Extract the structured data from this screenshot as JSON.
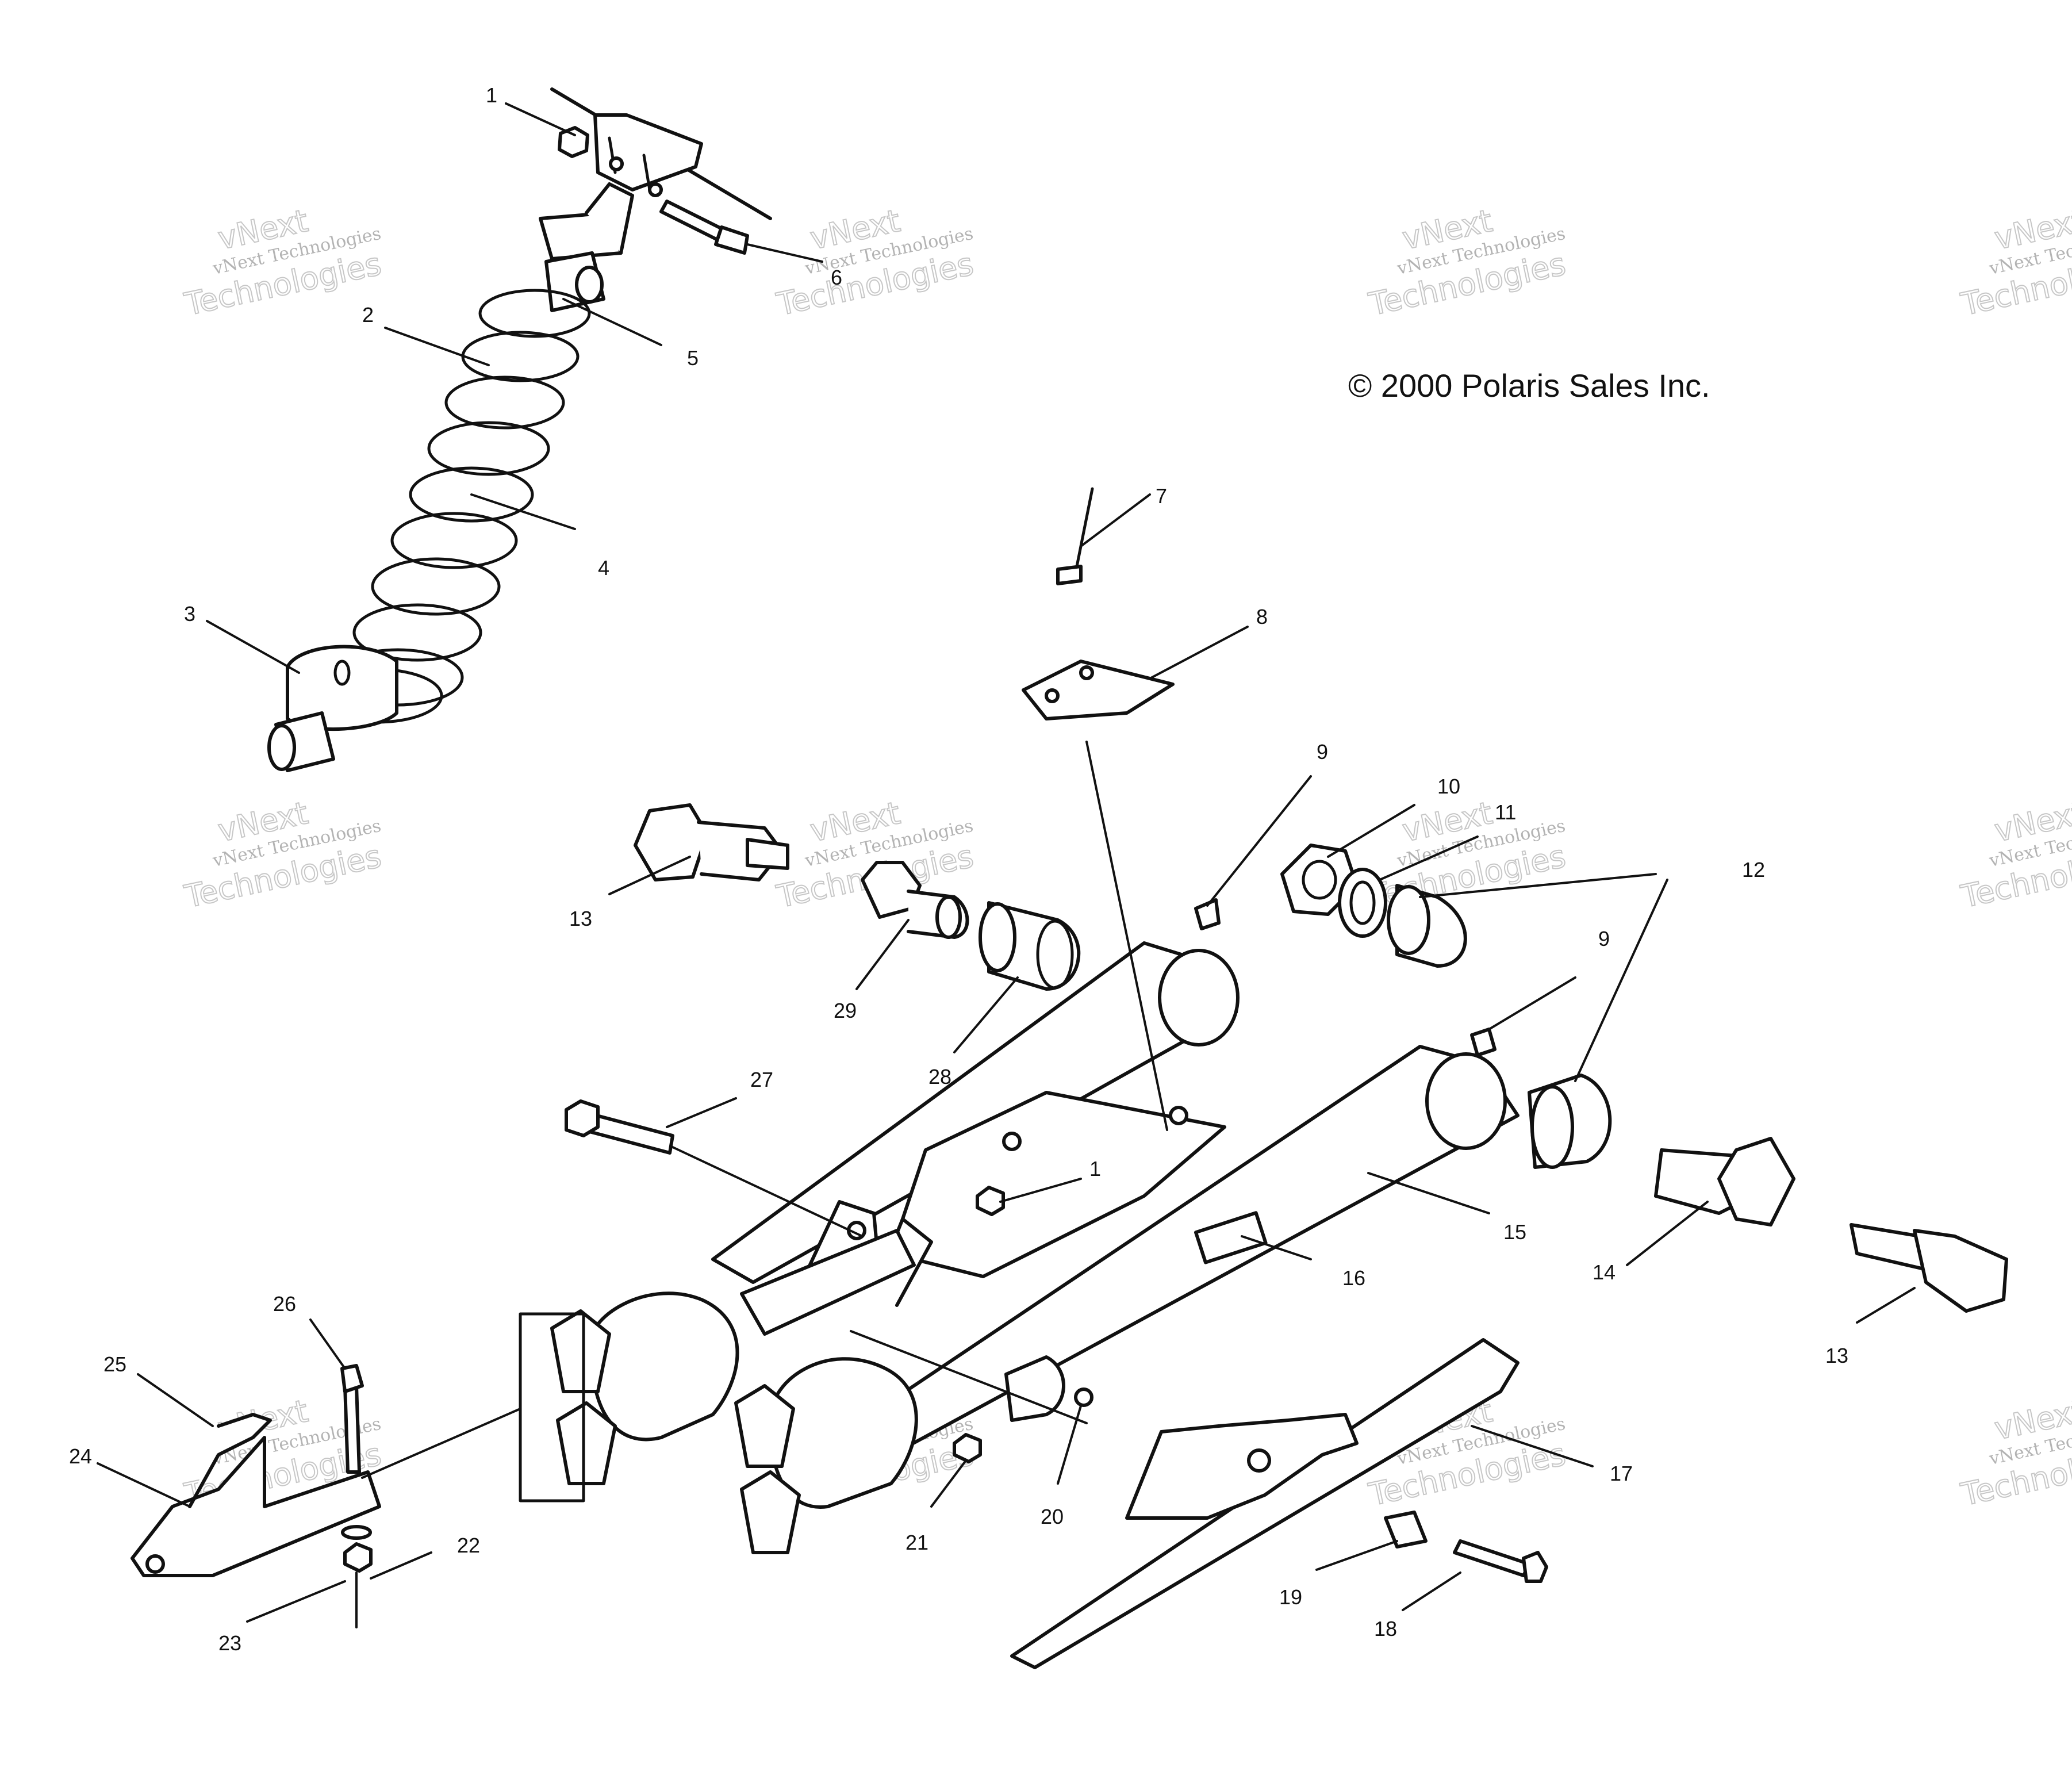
{
  "copyright": "© 2000 Polaris Sales Inc.",
  "watermark": {
    "line_small": "vNext Technologies",
    "line_top": "vNext",
    "line_large": "Technologies"
  },
  "callouts": [
    {
      "id": "c1a",
      "label": "1"
    },
    {
      "id": "c2",
      "label": "2"
    },
    {
      "id": "c3",
      "label": "3"
    },
    {
      "id": "c4",
      "label": "4"
    },
    {
      "id": "c5",
      "label": "5"
    },
    {
      "id": "c6",
      "label": "6"
    },
    {
      "id": "c7",
      "label": "7"
    },
    {
      "id": "c8",
      "label": "8"
    },
    {
      "id": "c9a",
      "label": "9"
    },
    {
      "id": "c10",
      "label": "10"
    },
    {
      "id": "c11",
      "label": "11"
    },
    {
      "id": "c12",
      "label": "12"
    },
    {
      "id": "c9b",
      "label": "9"
    },
    {
      "id": "c13a",
      "label": "13"
    },
    {
      "id": "c29",
      "label": "29"
    },
    {
      "id": "c28",
      "label": "28"
    },
    {
      "id": "c27",
      "label": "27"
    },
    {
      "id": "c1b",
      "label": "1"
    },
    {
      "id": "c15",
      "label": "15"
    },
    {
      "id": "c16",
      "label": "16"
    },
    {
      "id": "c14",
      "label": "14"
    },
    {
      "id": "c13b",
      "label": "13"
    },
    {
      "id": "c26",
      "label": "26"
    },
    {
      "id": "c25",
      "label": "25"
    },
    {
      "id": "c24",
      "label": "24"
    },
    {
      "id": "c22",
      "label": "22"
    },
    {
      "id": "c23",
      "label": "23"
    },
    {
      "id": "c21",
      "label": "21"
    },
    {
      "id": "c20",
      "label": "20"
    },
    {
      "id": "c17",
      "label": "17"
    },
    {
      "id": "c19",
      "label": "19"
    },
    {
      "id": "c18",
      "label": "18"
    }
  ]
}
